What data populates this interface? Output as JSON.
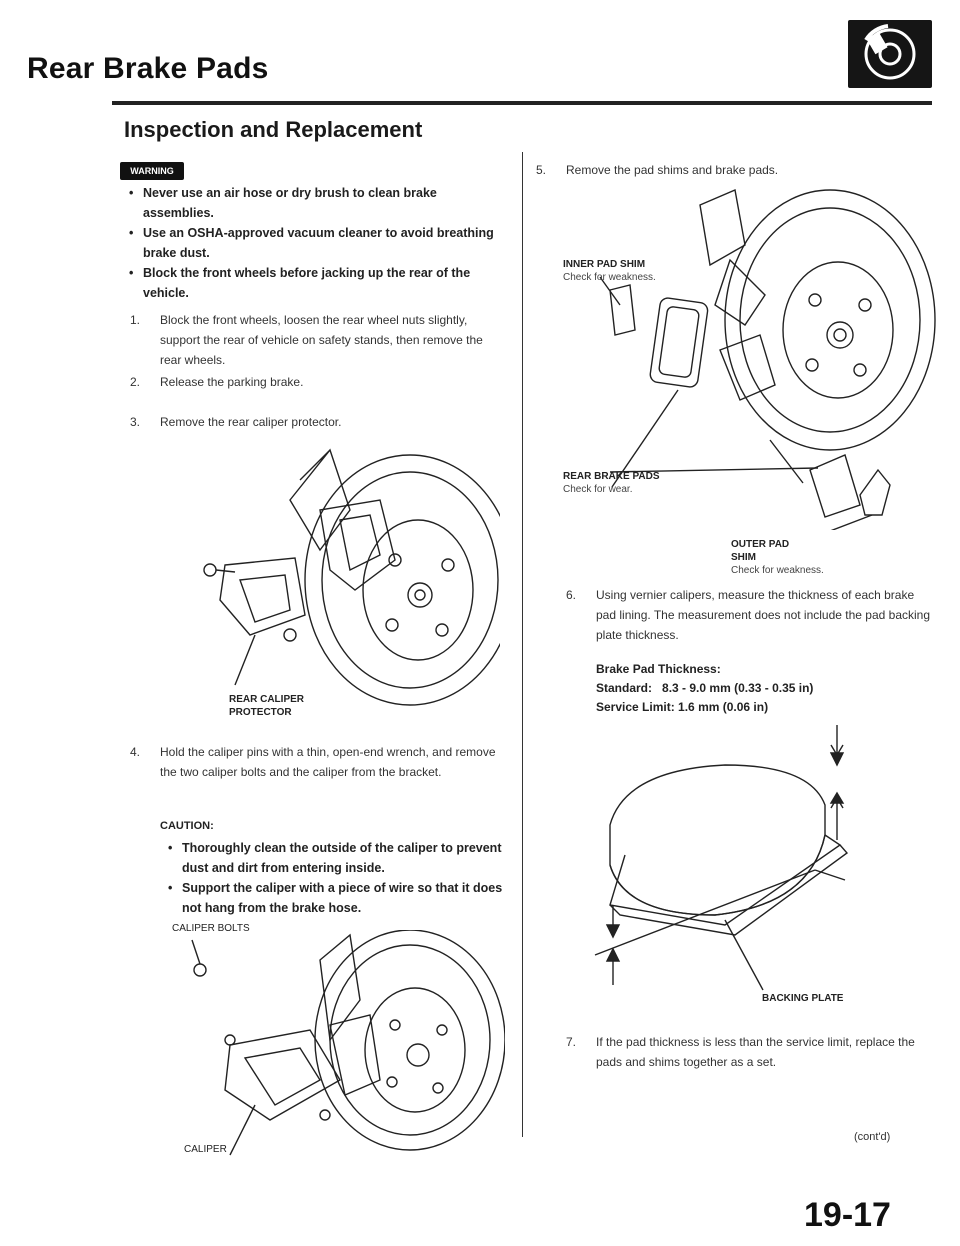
{
  "header": {
    "title": "Rear Brake Pads",
    "section_title": "Inspection and Replacement",
    "icon": "brake-disc-icon"
  },
  "warning": {
    "badge": "WARNING",
    "items": [
      "Never use an air hose or dry brush to clean brake assemblies.",
      "Use an OSHA-approved vacuum cleaner to avoid breathing brake dust.",
      "Block the front wheels before jacking up the rear of the vehicle."
    ]
  },
  "steps": {
    "s1": {
      "num": "1.",
      "text": "Block the front wheels, loosen the rear wheel nuts slightly, support the rear of vehicle on safety stands, then remove the rear wheels."
    },
    "s2": {
      "num": "2.",
      "text": "Release the parking brake."
    },
    "s3": {
      "num": "3.",
      "text": "Remove the rear caliper protector."
    },
    "s4": {
      "num": "4.",
      "text": "Hold the caliper pins with a thin, open-end wrench, and remove the two caliper bolts and the caliper from the bracket."
    },
    "s5": {
      "num": "5.",
      "text": "Remove the pad shims and brake pads."
    },
    "s6": {
      "num": "6.",
      "text": "Using vernier calipers, measure the thickness of each brake pad lining. The measurement does not include the pad backing plate thickness."
    },
    "s7": {
      "num": "7.",
      "text": "If the pad thickness is less than the service limit, replace the pads and shims together as a set."
    }
  },
  "caution": {
    "heading": "CAUTION:",
    "items": [
      "Thoroughly clean the outside of the caliper to prevent dust and dirt from entering inside.",
      "Support the caliper with a piece of wire so that it does not hang from the brake hose."
    ]
  },
  "figure_labels": {
    "rear_caliper_protector": "REAR CALIPER PROTECTOR",
    "caliper_bolts": "CALIPER BOLTS",
    "caliper": "CALIPER",
    "inner_pad_shim": "INNER PAD SHIM",
    "inner_pad_shim_note": "Check for weakness.",
    "rear_brake_pads": "REAR BRAKE PADS",
    "rear_brake_pads_note": "Check for wear.",
    "outer_pad_shim_1": "OUTER PAD",
    "outer_pad_shim_2": "SHIM",
    "outer_pad_shim_note": "Check for weakness.",
    "backing_plate": "BACKING PLATE"
  },
  "spec": {
    "heading": "Brake Pad Thickness:",
    "standard_label": "Standard:",
    "standard_value": "8.3 - 9.0 mm (0.33 - 0.35 in)",
    "limit_label": "Service Limit:",
    "limit_value": "1.6 mm (0.06 in)"
  },
  "footer": {
    "contd": "(cont'd)",
    "page_number": "19-17"
  }
}
